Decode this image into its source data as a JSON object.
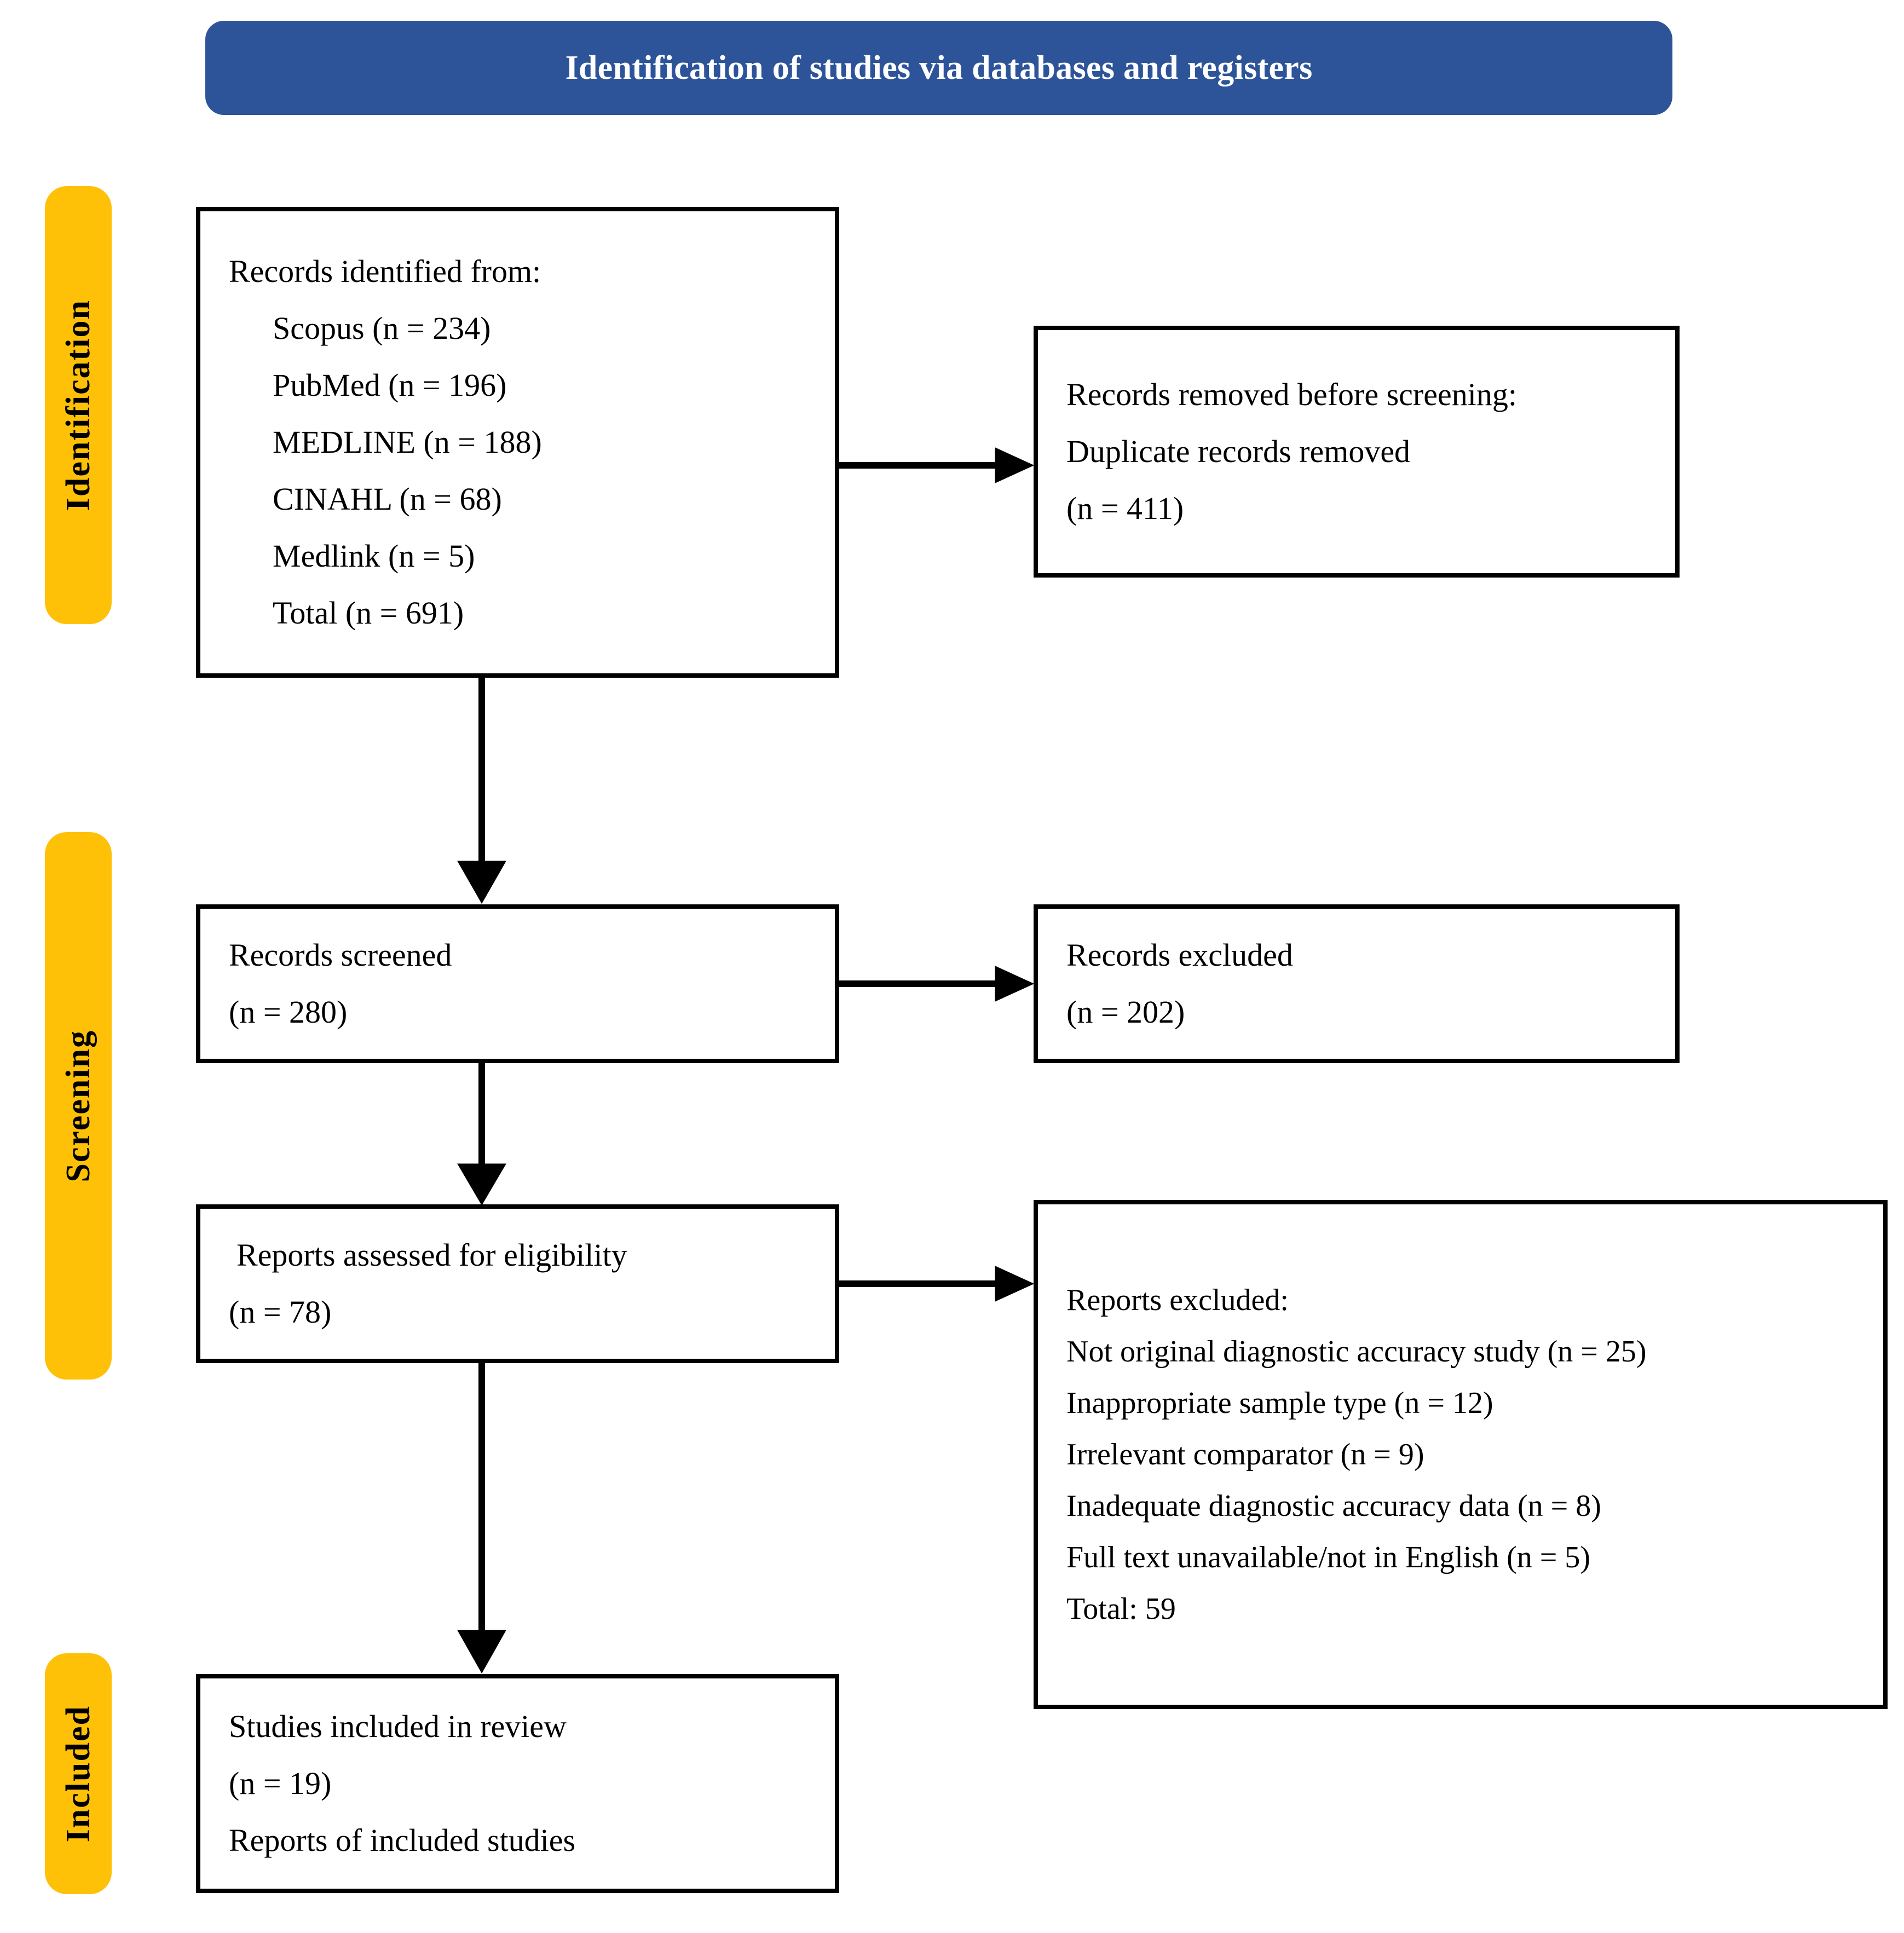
{
  "title": {
    "text": "Identification of studies via databases and registers",
    "background_color": "#2D5499",
    "text_color": "#FFFFFF"
  },
  "stages": {
    "accent_color": "#FFC107",
    "identification": "Identification",
    "screening": "Screening",
    "included": "Included"
  },
  "boxes": {
    "identified": {
      "heading": "Records identified from:",
      "sources": [
        "Scopus (n = 234)",
        "PubMed (n = 196)",
        "MEDLINE (n = 188)",
        "CINAHL (n = 68)",
        "Medlink (n = 5)",
        "Total (n = 691)"
      ]
    },
    "removed": {
      "heading": "Records removed before screening:",
      "reason": "Duplicate records removed",
      "count": "(n = 411)"
    },
    "screened": {
      "heading": "Records screened",
      "count": "(n = 280)"
    },
    "excluded": {
      "heading": "Records excluded",
      "count": "(n = 202)"
    },
    "eligibility": {
      "heading": "Reports assessed for eligibility",
      "count": "(n = 78)"
    },
    "reports_excluded": {
      "heading": "Reports excluded:",
      "reasons": [
        "Not original diagnostic accuracy study (n = 25)",
        "Inappropriate sample type (n = 12)",
        "Irrelevant comparator (n = 9)",
        "Inadequate diagnostic accuracy data (n = 8)",
        "Full text unavailable/not in English (n = 5)"
      ],
      "total": "Total: 59"
    },
    "included": {
      "heading": "Studies included in review",
      "count": "(n = 19)",
      "reports": "Reports of included studies"
    }
  },
  "chart_data": {
    "type": "diagram",
    "title": "Identification of studies via databases and registers",
    "nodes": [
      {
        "id": "identified",
        "stage": "Identification",
        "label": "Records identified from:",
        "values": {
          "Scopus": 234,
          "PubMed": 196,
          "MEDLINE": 188,
          "CINAHL": 68,
          "Medlink": 5,
          "Total": 691
        }
      },
      {
        "id": "removed",
        "stage": "Identification",
        "label": "Records removed before screening: Duplicate records removed",
        "n": 411
      },
      {
        "id": "screened",
        "stage": "Screening",
        "label": "Records screened",
        "n": 280
      },
      {
        "id": "excluded",
        "stage": "Screening",
        "label": "Records excluded",
        "n": 202
      },
      {
        "id": "eligibility",
        "stage": "Screening",
        "label": "Reports assessed for eligibility",
        "n": 78
      },
      {
        "id": "reports_excluded",
        "stage": "Screening",
        "label": "Reports excluded",
        "n": 59,
        "breakdown": {
          "Not original diagnostic accuracy study": 25,
          "Inappropriate sample type": 12,
          "Irrelevant comparator": 9,
          "Inadequate diagnostic accuracy data": 8,
          "Full text unavailable/not in English": 5
        }
      },
      {
        "id": "included",
        "stage": "Included",
        "label": "Studies included in review",
        "n": 19
      }
    ],
    "edges": [
      {
        "from": "identified",
        "to": "removed",
        "direction": "right"
      },
      {
        "from": "identified",
        "to": "screened",
        "direction": "down"
      },
      {
        "from": "screened",
        "to": "excluded",
        "direction": "right"
      },
      {
        "from": "screened",
        "to": "eligibility",
        "direction": "down"
      },
      {
        "from": "eligibility",
        "to": "reports_excluded",
        "direction": "right"
      },
      {
        "from": "eligibility",
        "to": "included",
        "direction": "down"
      }
    ]
  }
}
